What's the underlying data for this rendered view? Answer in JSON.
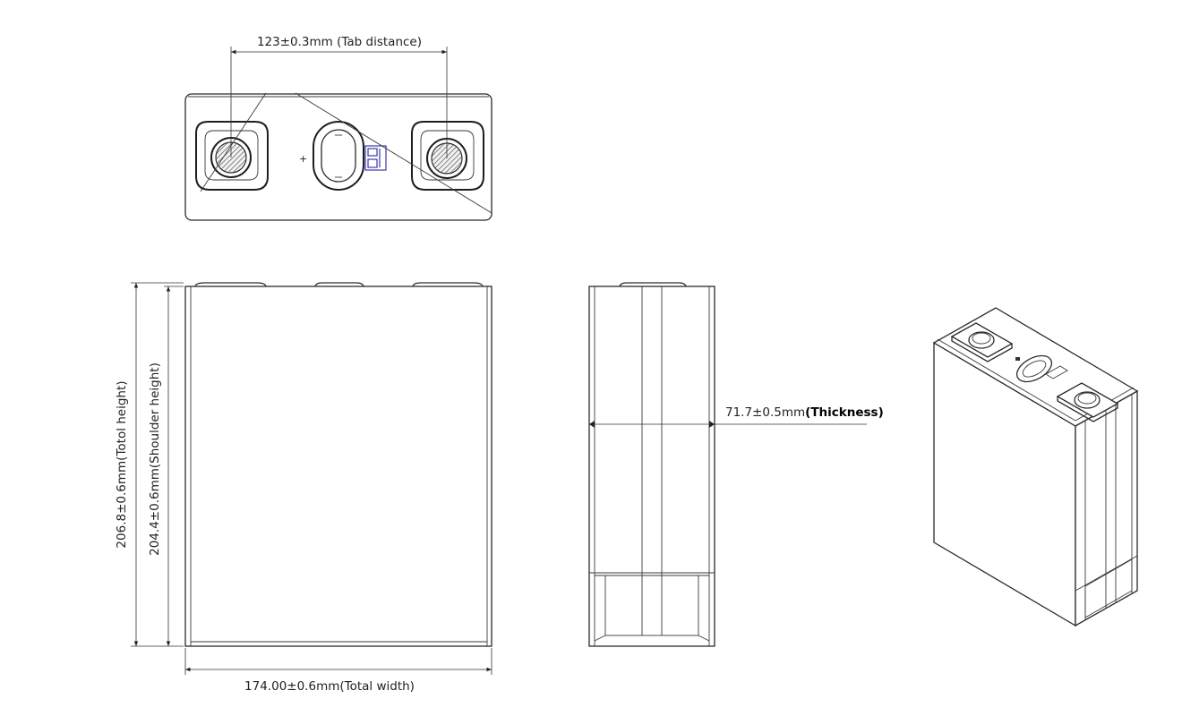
{
  "dimensions": {
    "tab_distance": {
      "value": "123±0.3mm",
      "note": "(Tab distance)"
    },
    "total_height": {
      "value": "206.8±0.6mm",
      "note": "(Totol height)"
    },
    "shoulder_height": {
      "value": "204.4±0.6mm",
      "note": "(Shoulder height)"
    },
    "thickness": {
      "value": "71.7±0.5mm",
      "note": "(Thickness)"
    },
    "total_width": {
      "value": "174.00±0.6mm",
      "note": "(Total width)"
    }
  },
  "terminals": {
    "positive_symbol": "+",
    "negative_symbol": "−"
  }
}
